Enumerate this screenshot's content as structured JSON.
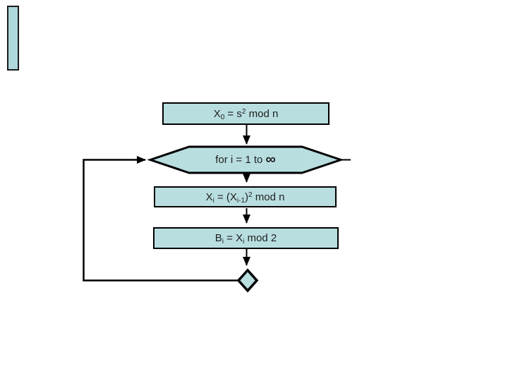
{
  "colors": {
    "node_fill": "#b8dee0",
    "node_border": "#000000",
    "connector": "#000000",
    "accent_bar_fill": "#aed8db"
  },
  "diagram": {
    "type": "flowchart",
    "description": "Blum Blum Shub style pseudo-random bit generator loop",
    "nodes": {
      "init": {
        "shape": "process",
        "label": [
          {
            "t": "X"
          },
          {
            "t": "0",
            "s": "sub"
          },
          {
            "t": " = s"
          },
          {
            "t": "2",
            "s": "sup"
          },
          {
            "t": " mod n"
          }
        ]
      },
      "loop": {
        "shape": "loop-limit-hexagon",
        "label": [
          {
            "t": "for i = 1 to "
          },
          {
            "t": "∞",
            "s": "big"
          }
        ]
      },
      "square": {
        "shape": "process",
        "label": [
          {
            "t": "X"
          },
          {
            "t": "i",
            "s": "sub"
          },
          {
            "t": " = (X"
          },
          {
            "t": "i-1",
            "s": "sub"
          },
          {
            "t": ")"
          },
          {
            "t": "2",
            "s": "sup"
          },
          {
            "t": " mod n"
          }
        ]
      },
      "bit": {
        "shape": "process",
        "label": [
          {
            "t": "B"
          },
          {
            "t": "i",
            "s": "sub"
          },
          {
            "t": " = X"
          },
          {
            "t": "i",
            "s": "sub"
          },
          {
            "t": " mod 2"
          }
        ]
      },
      "connector": {
        "shape": "decision-connector-diamond",
        "label": []
      }
    }
  }
}
